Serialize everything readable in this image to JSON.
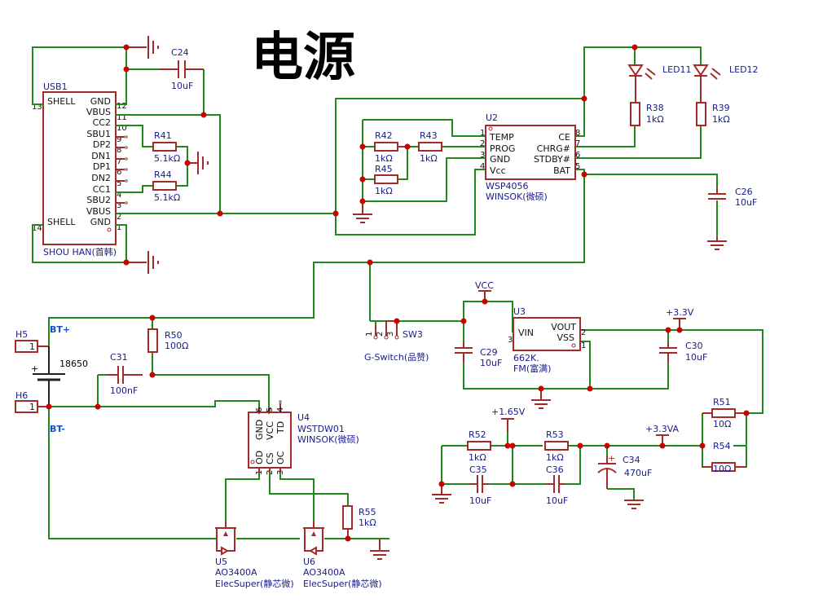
{
  "title": "电源",
  "usb": {
    "ref": "USB1",
    "mfr": "SHOU HAN(首韩)",
    "pins_left": [
      "SHELL",
      "SHELL"
    ],
    "pins_right": [
      "GND",
      "VBUS",
      "CC2",
      "SBU1",
      "DP2",
      "DN1",
      "DP1",
      "DN2",
      "CC1",
      "SBU2",
      "VBUS",
      "GND"
    ],
    "pin_numbers": [
      "12",
      "11",
      "10",
      "9",
      "8",
      "7",
      "6",
      "5",
      "4",
      "3",
      "2",
      "1"
    ],
    "shell_numbers": [
      "13",
      "14"
    ]
  },
  "c24": {
    "ref": "C24",
    "value": "10uF"
  },
  "r41": {
    "ref": "R41",
    "value": "5.1kΩ"
  },
  "r44": {
    "ref": "R44",
    "value": "5.1kΩ"
  },
  "u2": {
    "ref": "U2",
    "part": "WSP4056",
    "mfr": "WINSOK(微硕)",
    "pins_left": [
      "TEMP",
      "PROG",
      "GND",
      "Vcc"
    ],
    "pins_left_nums": [
      "1",
      "2",
      "3",
      "4"
    ],
    "pins_right": [
      "CE",
      "CHRG#",
      "STDBY#",
      "BAT"
    ],
    "pins_right_nums": [
      "8",
      "7",
      "6",
      "5"
    ]
  },
  "r42": {
    "ref": "R42",
    "value": "1kΩ"
  },
  "r43": {
    "ref": "R43",
    "value": "1kΩ"
  },
  "r45": {
    "ref": "R45",
    "value": "1kΩ"
  },
  "led11": {
    "ref": "LED11"
  },
  "led12": {
    "ref": "LED12"
  },
  "r38": {
    "ref": "R38",
    "value": "1kΩ"
  },
  "r39": {
    "ref": "R39",
    "value": "1kΩ"
  },
  "c26": {
    "ref": "C26",
    "value": "10uF"
  },
  "h5": {
    "ref": "H5",
    "pin": "1"
  },
  "h6": {
    "ref": "H6",
    "pin": "1"
  },
  "battery": {
    "value": "18650",
    "plus": "+"
  },
  "bt_plus": "BT+",
  "bt_minus": "BT-",
  "r50": {
    "ref": "R50",
    "value": "100Ω"
  },
  "c31": {
    "ref": "C31",
    "value": "100nF"
  },
  "u4": {
    "ref": "U4",
    "part": "WSTDW01",
    "mfr": "WINSOK(微硕)",
    "pins_top": [
      "GND",
      "VCC",
      "TD"
    ],
    "pins_top_nums": [
      "6",
      "5",
      "4"
    ],
    "pins_bottom": [
      "OD",
      "CS",
      "OC"
    ],
    "pins_bottom_nums": [
      "1",
      "2",
      "3"
    ]
  },
  "r55": {
    "ref": "R55",
    "value": "1kΩ"
  },
  "u5": {
    "ref": "U5",
    "part": "AO3400A",
    "mfr": "ElecSuper(静芯微)"
  },
  "u6": {
    "ref": "U6",
    "part": "AO3400A",
    "mfr": "ElecSuper(静芯微)"
  },
  "sw3": {
    "ref": "SW3",
    "part": "G-Switch(品赞)",
    "pins": [
      "1",
      "2",
      "3"
    ]
  },
  "vcc": "VCC",
  "u3": {
    "ref": "U3",
    "part": "662K.",
    "mfr": "FM(富满)",
    "pins_left": [
      "VIN"
    ],
    "pins_left_nums": [
      "3"
    ],
    "pins_right": [
      "VOUT",
      "VSS"
    ],
    "pins_right_nums": [
      "2",
      "1"
    ]
  },
  "c29": {
    "ref": "C29",
    "value": "10uF"
  },
  "c30": {
    "ref": "C30",
    "value": "10uF"
  },
  "net_3v3": "+3.3V",
  "net_3v3a": "+3.3VA",
  "net_1v65": "+1.65V",
  "r51": {
    "ref": "R51",
    "value": "10Ω"
  },
  "r54": {
    "ref": "R54",
    "value": "10Ω"
  },
  "r52": {
    "ref": "R52",
    "value": "1kΩ"
  },
  "r53": {
    "ref": "R53",
    "value": "1kΩ"
  },
  "c35": {
    "ref": "C35",
    "value": "10uF"
  },
  "c36": {
    "ref": "C36",
    "value": "10uF"
  },
  "c34": {
    "ref": "C34",
    "value": "470uF"
  },
  "colors": {
    "wire": "#1e8a1e",
    "part": "#a52a2a",
    "junction": "#cc0000",
    "label": "#1a1a8c"
  }
}
